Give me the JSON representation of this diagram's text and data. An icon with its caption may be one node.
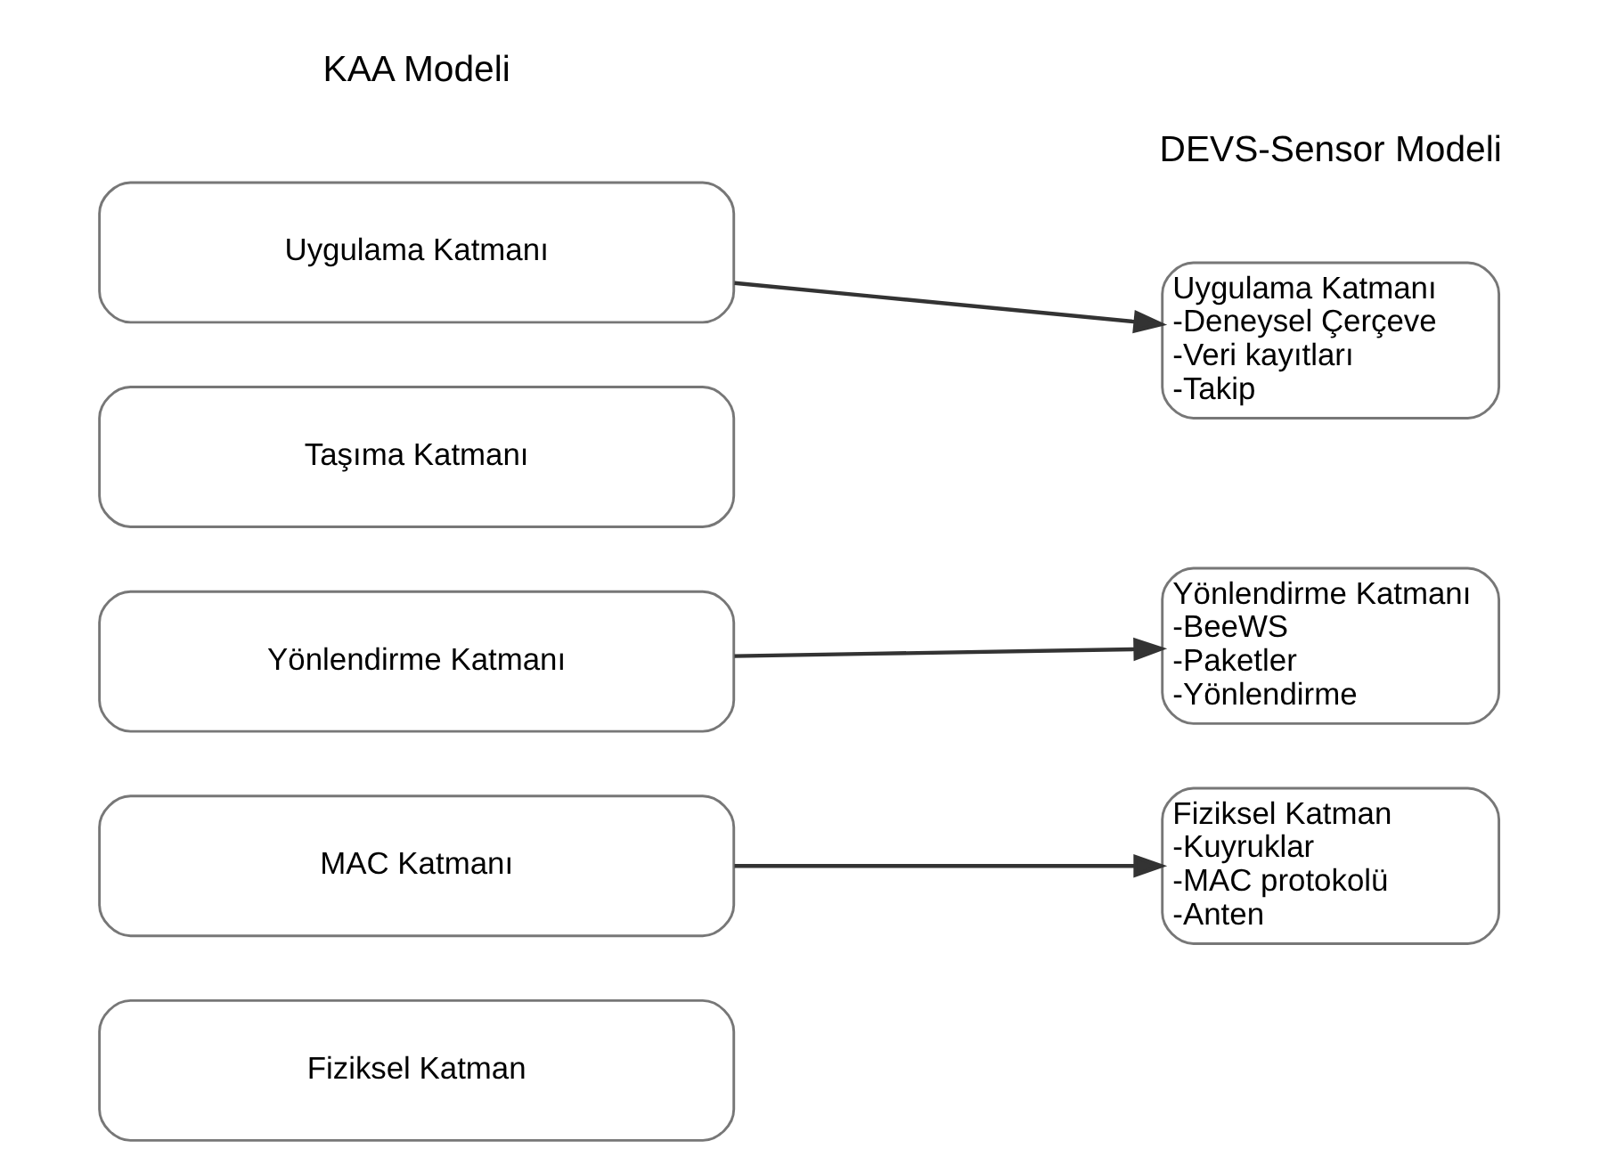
{
  "diagram": {
    "nodes": [
      {
        "text": [
          "Uygulama Katmanı"
        ]
      },
      {
        "text": [
          "Taşıma Katmanı"
        ]
      },
      {
        "text": [
          "Yönlendirme Katmanı"
        ]
      },
      {
        "text": [
          "MAC Katmanı"
        ]
      },
      {
        "text": [
          "Fiziksel Katman"
        ]
      },
      {
        "text": [
          "Uygulama Katmanı",
          "-Deneysel Çerçeve",
          "-Veri kayıtları",
          "-Takip"
        ]
      },
      {
        "text": [
          "Yönlendirme Katmanı",
          "-BeeWS",
          "-Paketler",
          "-Yönlendirme"
        ]
      },
      {
        "text": [
          "Fiziksel Katman",
          "-Kuyruklar",
          "-MAC protokolü",
          "-Anten"
        ]
      }
    ],
    "edges": [
      {
        "from": 0,
        "to": 5,
        "arrow": "to"
      },
      {
        "from": 2,
        "to": 6,
        "arrow": "to"
      },
      {
        "from": 3,
        "to": 7,
        "arrow": "to"
      }
    ],
    "labels": [
      "KAA Modeli",
      "DEVS-Sensor Modeli"
    ]
  }
}
